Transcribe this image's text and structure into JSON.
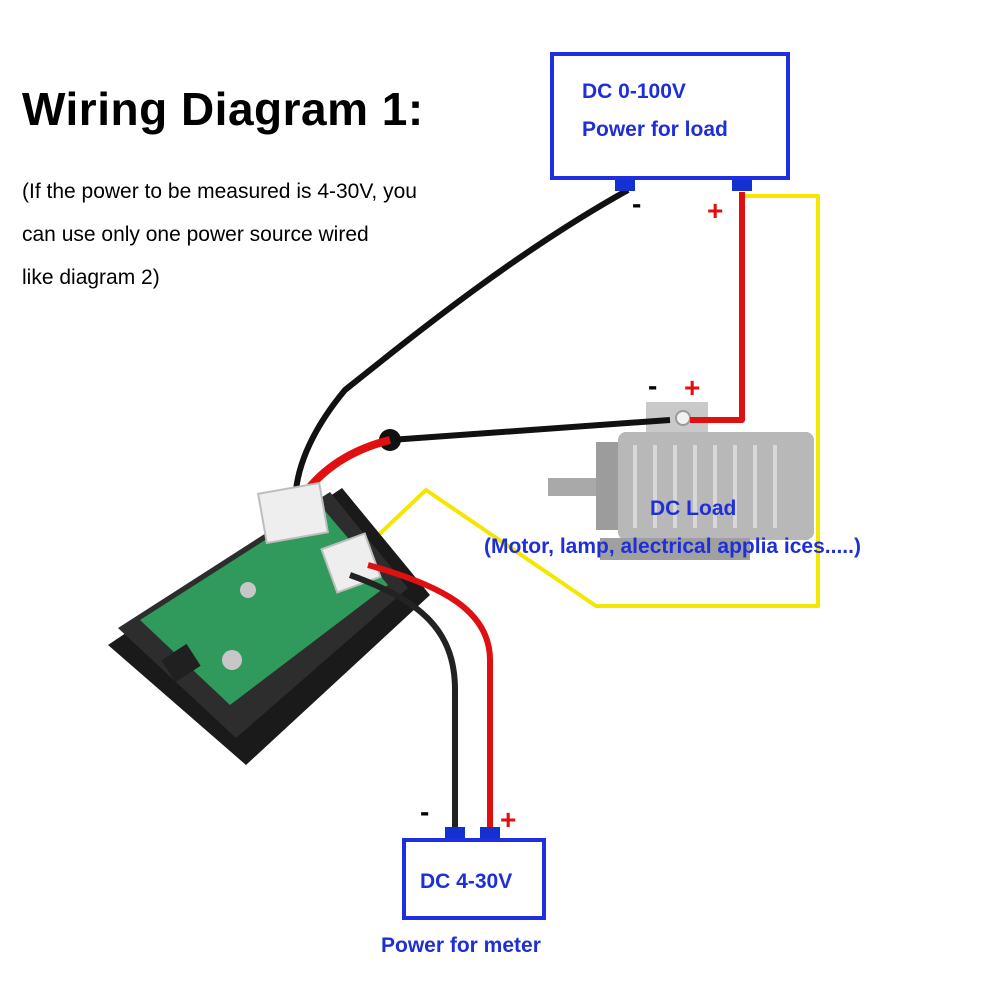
{
  "title": "Wiring Diagram 1:",
  "note_lines": [
    "(If the power to be measured is 4-30V, you",
    "can use only one power source wired",
    "like diagram 2)"
  ],
  "load_supply": {
    "line1": "DC 0-100V",
    "line2": "Power for load",
    "neg": "-",
    "pos": "+"
  },
  "dc_load": {
    "line1": "DC Load",
    "line2": "(Motor, lamp, alectrical applia ices.....)",
    "neg": "-",
    "pos": "+"
  },
  "meter_supply": {
    "line1": "DC 4-30V",
    "caption": "Power for meter",
    "neg": "-",
    "pos": "+"
  },
  "colors": {
    "box_border": "#1f2fe0",
    "label_text": "#1f2fd8",
    "wire_black": "#111111",
    "wire_red": "#e01010",
    "wire_yellow": "#f5e600",
    "pcb_green": "#2f9a5c",
    "housing": "#1a1a1a"
  },
  "icons": [
    "voltmeter-module-image",
    "dc-motor-image"
  ]
}
